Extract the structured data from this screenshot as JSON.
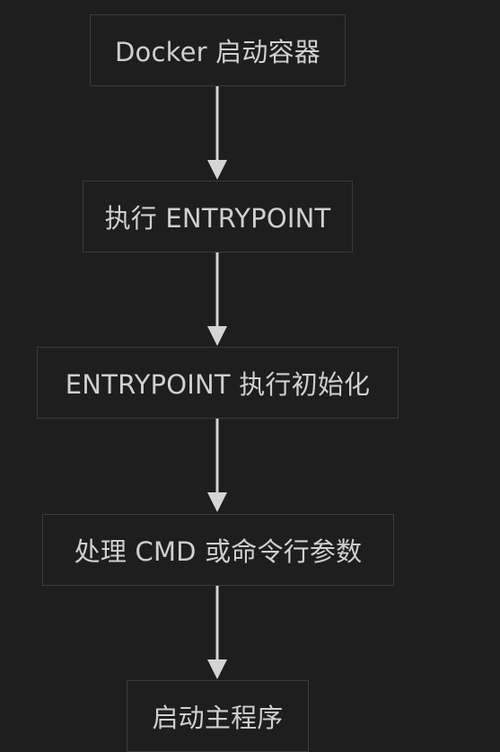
{
  "diagram": {
    "type": "flowchart",
    "direction": "top-to-bottom",
    "nodes": [
      {
        "id": "n1",
        "label": "Docker 启动容器"
      },
      {
        "id": "n2",
        "label": "执行 ENTRYPOINT"
      },
      {
        "id": "n3",
        "label": "ENTRYPOINT 执行初始化"
      },
      {
        "id": "n4",
        "label": "处理 CMD 或命令行参数"
      },
      {
        "id": "n5",
        "label": "启动主程序"
      }
    ],
    "edges": [
      {
        "from": "n1",
        "to": "n2"
      },
      {
        "from": "n2",
        "to": "n3"
      },
      {
        "from": "n3",
        "to": "n4"
      },
      {
        "from": "n4",
        "to": "n5"
      }
    ],
    "colors": {
      "background": "#1e1e1e",
      "node_border": "#3a3a3a",
      "node_text": "#cfcfcf",
      "arrow": "#d4d4d4"
    }
  }
}
